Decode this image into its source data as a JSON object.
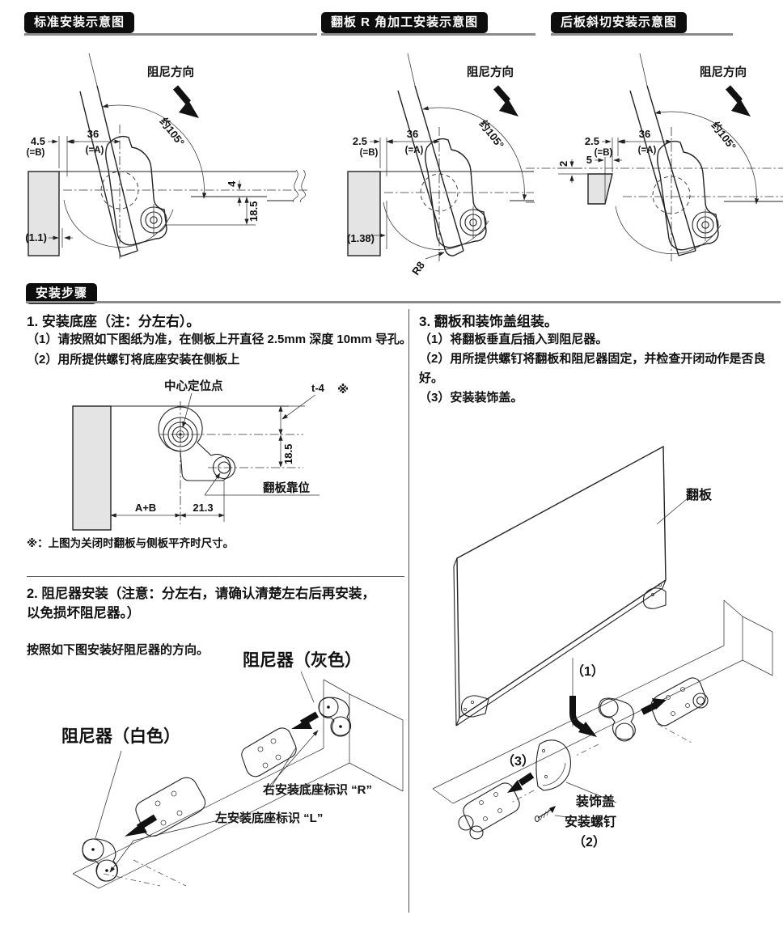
{
  "sections": {
    "standard": {
      "title": "标准安装示意图"
    },
    "r_corner": {
      "title": "翻板 R 角加工安装示意图"
    },
    "bevel": {
      "title": "后板斜切安装示意图"
    },
    "steps": {
      "title": "安装步骤"
    }
  },
  "diag_standard": {
    "damp_dir": "阻尼方向",
    "angle": "约105°",
    "dim_b": "4.5",
    "dim_b_note": "(=B)",
    "dim_a": "36",
    "dim_a_note": "(=A)",
    "dim_offset": "4",
    "dim_height": "18.5",
    "dim_gap": "(1.1)"
  },
  "diag_r_corner": {
    "damp_dir": "阻尼方向",
    "angle": "约105°",
    "dim_b": "2.5",
    "dim_b_note": "(=B)",
    "dim_a": "36",
    "dim_a_note": "(=A)",
    "dim_gap": "(1.38)",
    "radius": "R8"
  },
  "diag_bevel": {
    "damp_dir": "阻尼方向",
    "angle": "约105°",
    "dim_b": "2.5",
    "dim_b_note": "(=B)",
    "dim_a": "36",
    "dim_a_note": "(=A)",
    "dim_bevel_w": "5",
    "dim_bevel_h": "2"
  },
  "step1": {
    "title": "1.  安装底座（注：分左右）。",
    "line1": "（1）请按照如下图纸为准，在侧板上开直径 2.5mm 深度 10mm 导孔。",
    "line2": "（2）用所提供螺钉将底座安装在侧板上",
    "note": "※：上图为关闭时翻板与侧板平齐时尺寸。",
    "drill": {
      "center_label": "中心定位点",
      "thickness": "t-4",
      "ref_mark": "※",
      "dim_height": "18.5",
      "flap_label": "翻板靠位",
      "dim_ab": "A+B",
      "dim_pitch": "21.3"
    }
  },
  "step2": {
    "title_line1": "2.  阻尼器安装（注意：分左右，请确认清楚左右后再安装，",
    "title_line2": "以免损坏阻尼器。）",
    "caption": "按照如下图安装好阻尼器的方向。",
    "damper_gray": "阻尼器（灰色）",
    "damper_white": "阻尼器（白色）",
    "right_base": "右安装底座标识 “R”",
    "left_base": "左安装底座标识 “L”"
  },
  "step3": {
    "title": "3.  翻板和装饰盖组装。",
    "line1": "（1）将翻板垂直后插入到阻尼器。",
    "line2": "（2）用所提供螺钉将翻板和阻尼器固定，并检查开闭动作是否良",
    "line2b": "好。",
    "line3": "（3）安装装饰盖。",
    "flap_label": "翻板",
    "marker1": "（1）",
    "marker2": "（2）",
    "marker3": "（3）",
    "cover_label": "装饰盖",
    "screw_label": "安装螺钉"
  },
  "colors": {
    "panel_fill": "#e4e4e4",
    "line": "#222222",
    "rule_gray": "#8a8a8a",
    "header_bg": "#0d0d0d"
  }
}
